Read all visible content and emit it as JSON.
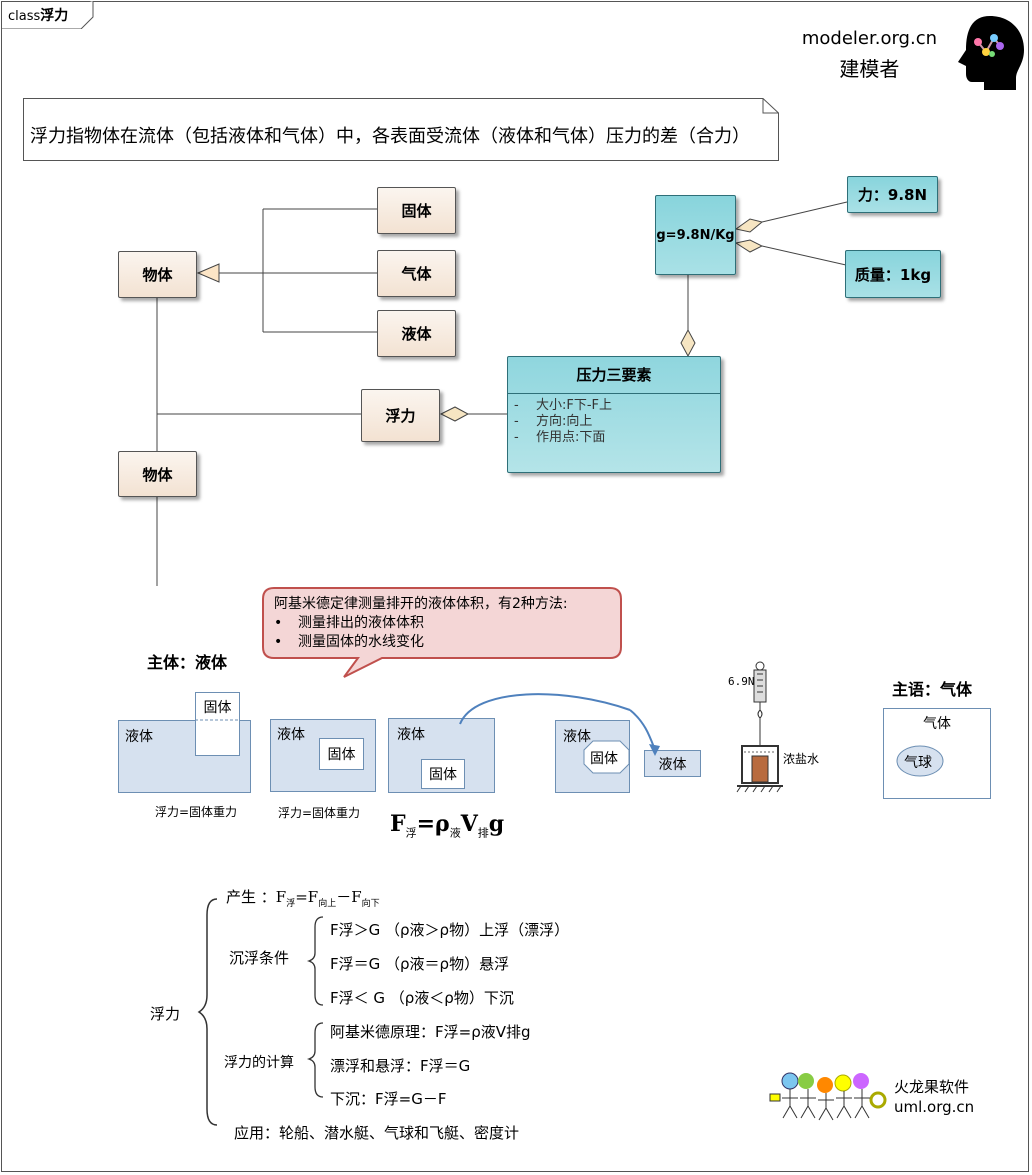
{
  "header": {
    "tab_prefix": "class",
    "tab_title": "浮力",
    "site": "modeler.org.cn",
    "site_name": "建模者"
  },
  "note": "浮力指物体在流体（包括液体和气体）中，各表面受流体（液体和气体）压力的差（合力）",
  "classes": {
    "wuti1": "物体",
    "guti": "固体",
    "qiti": "气体",
    "yeti": "液体",
    "fuli": "浮力",
    "wuti2": "物体",
    "g": "g=9.8N/Kg",
    "li": "力：9.8N",
    "zhiliang": "质量：1kg"
  },
  "pressure": {
    "title": "压力三要素",
    "attrs": [
      {
        "dash": "-",
        "text": "大小:F下-F上"
      },
      {
        "dash": "-",
        "text": "方向:向上"
      },
      {
        "dash": "-",
        "text": "作用点:下面"
      }
    ]
  },
  "callout": {
    "line1": "阿基米德定律测量排开的液体体积，有2种方法:",
    "b1": "测量排出的液体体积",
    "b2": "测量固体的水线变化",
    "bullet": "•"
  },
  "experiments": {
    "subject_liquid": "主体：液体",
    "subject_gas": "主语：气体",
    "liquid": "液体",
    "solid": "固体",
    "gas": "气体",
    "balloon": "气球",
    "buoy1": "浮力=固体重力",
    "buoy2": "浮力=固体重力",
    "scale": "6.9N",
    "brine": "浓盐水"
  },
  "formula": {
    "F": "F",
    "F_sub": "浮",
    "eq": "=ρ",
    "rho_sub": "液",
    "V": "V",
    "V_sub": "排",
    "g": "g"
  },
  "tree": {
    "root": "浮力",
    "chansheng": "产生 ：",
    "chansheng_f": "F",
    "chansheng_s1": "浮",
    "chansheng_eq": "=F",
    "chansheng_s2": "向上",
    "chansheng_minus": "－F",
    "chansheng_s3": "向下",
    "chenfu": "沉浮条件",
    "c1": "F浮＞G （ρ液＞ρ物）上浮（漂浮）",
    "c2": "F浮＝G （ρ液＝ρ物）悬浮",
    "c3": "F浮＜ G （ρ液＜ρ物）下沉",
    "jisuan": "浮力的计算",
    "j1": "阿基米德原理：F浮=ρ液V排g",
    "j2": "漂浮和悬浮：F浮＝G",
    "j3": "下沉：F浮=G－F",
    "yingyong": "应用：轮船、潜水艇、气球和飞艇、密度计"
  },
  "footer": {
    "name": "火龙果软件",
    "url": "uml.org.cn"
  },
  "colors": {
    "teal": "#98dbe2",
    "cream": "#f6e9dc",
    "liquid": "#d6e1ef",
    "callout_border": "#c0504d",
    "arrow": "#4f81bd"
  }
}
